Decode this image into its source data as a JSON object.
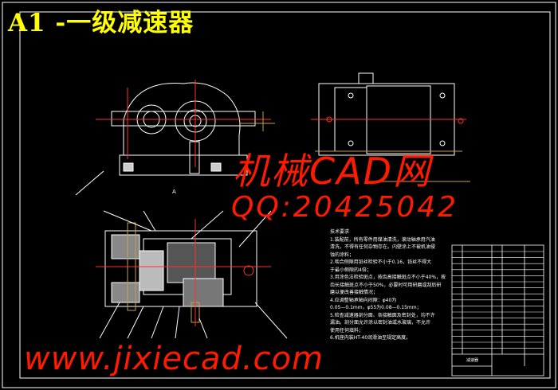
{
  "title": "A1 -一级减速器",
  "technical_requirements": {
    "heading": "技术要求",
    "items": [
      "1.装配前，所有零件用煤油清洗，滚动轴承用汽油",
      "清洗，不得有任何杂物存在。内壁涂上不被机油侵",
      "蚀的涂料；",
      "2.啮合侧隙用铅丝检验不小于0.16，铅丝不得大",
      "于最小侧隙的4倍；",
      "3.用涂色法检验斑点，按齿高接触斑点不小于40%，按",
      "齿长接触斑点不小于50%，必要时可用研磨或刮后研",
      "磨以便改善接触情况；",
      "4.应调整轴承轴向间隙：φ40为",
      "0.05—0.1mm，φ55为0.08—0.15mm；",
      "5.检查减速器剖分面、各接触面及密封处，均不许",
      "漏油。剖分面允许涂以密封油或水玻璃，不允许",
      "使用任何填料；",
      "6.机座内装HT-40润滑油至规定高度。"
    ]
  },
  "title_block": {
    "drawing_name": "减速器"
  },
  "watermarks": {
    "site_cn": "机械CAD网",
    "url": "www.jixiecad.com",
    "qq": "QQ:20425042"
  },
  "colors": {
    "background": "#000000",
    "lines": "#ffffff",
    "title": "#ffff00",
    "dimension": "#c8a040",
    "centerline": "#ff3030",
    "watermark": "#ff1a00"
  }
}
